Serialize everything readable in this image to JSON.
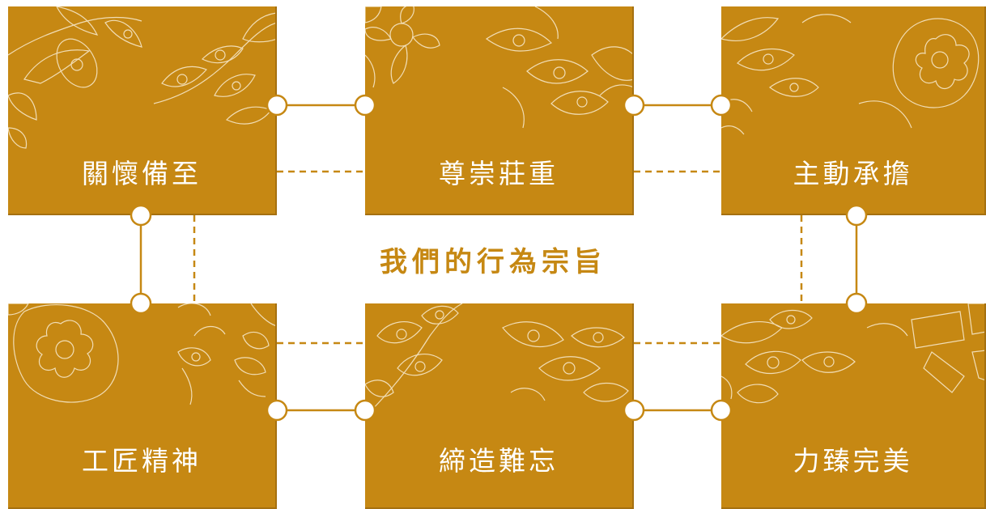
{
  "title": "我們的行為宗旨",
  "cards": [
    {
      "label": "關懷備至"
    },
    {
      "label": "尊崇莊重"
    },
    {
      "label": "主動承擔"
    },
    {
      "label": "工匠精神"
    },
    {
      "label": "締造難忘"
    },
    {
      "label": "力臻完美"
    }
  ],
  "colors": {
    "card": "#c68813",
    "line": "#c68813",
    "background": "#ffffff",
    "text": "#ffffff"
  }
}
